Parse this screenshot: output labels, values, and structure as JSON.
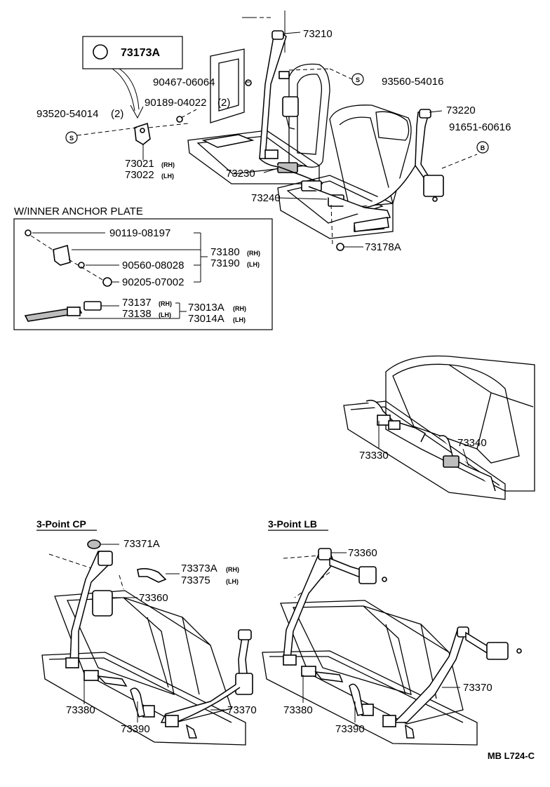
{
  "callouts": {
    "p73173A": "73173A",
    "p73210": "73210",
    "p90467": "90467-06064",
    "p93560": "93560-54016",
    "p90189": "90189-04022",
    "p90189_qty": "(2)",
    "p93520": "93520-54014",
    "p93520_qty": "(2)",
    "p73220": "73220",
    "p91651": "91651-60616",
    "p73021": "73021",
    "p73022": "73022",
    "p73230": "73230",
    "p73240": "73240",
    "p73178A": "73178A",
    "p90119": "90119-08197",
    "p73180": "73180",
    "p73190": "73190",
    "p90560": "90560-08028",
    "p90205": "90205-07002",
    "p73137": "73137",
    "p73138": "73138",
    "p73013A": "73013A",
    "p73014A": "73014A",
    "p73330": "73330",
    "p73340": "73340",
    "p73371A": "73371A",
    "p73373A": "73373A",
    "p73375": "73375",
    "p73360_cp": "73360",
    "p73380_cp": "73380",
    "p73390_cp": "73390",
    "p73370_cp": "73370",
    "p73360_lb": "73360",
    "p73380_lb": "73380",
    "p73390_lb": "73390",
    "p73370_lb": "73370"
  },
  "side": {
    "rh": "(RH)",
    "lh": "(LH)"
  },
  "symbols": {
    "s": "S",
    "b": "B"
  },
  "sections": {
    "inner_anchor": "W/INNER ANCHOR PLATE",
    "cp": "3-Point CP",
    "lb": "3-Point LB"
  },
  "diagram_code": "MB L724-C"
}
